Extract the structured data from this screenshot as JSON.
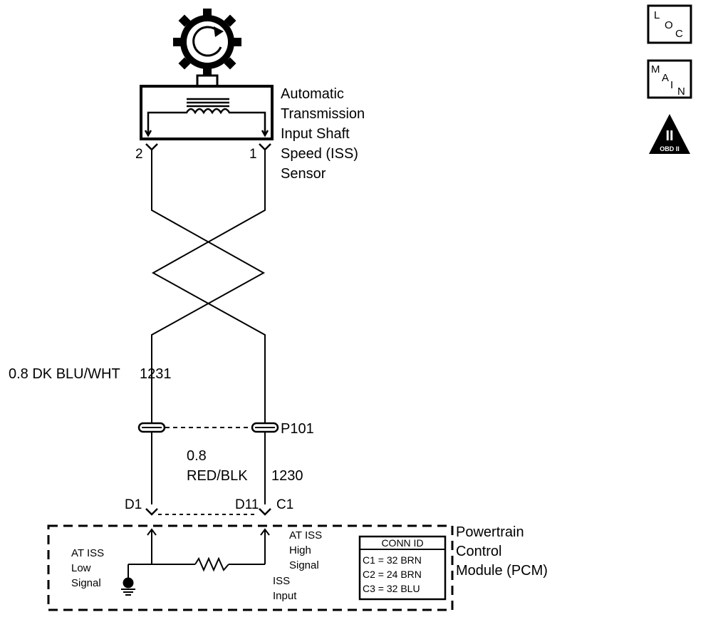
{
  "sensor": {
    "name_lines": [
      "Automatic",
      "Transmission",
      "Input Shaft",
      "Speed (ISS)",
      "Sensor"
    ],
    "pin_left": "2",
    "pin_right": "1"
  },
  "wires": {
    "left_label": "0.8 DK BLU/WHT",
    "left_circuit": "1231",
    "right_label_line1": "0.8",
    "right_label_line2": "RED/BLK",
    "right_circuit": "1230"
  },
  "splice": {
    "label": "P101"
  },
  "pcm": {
    "pin_left": "D1",
    "pin_mid": "D11",
    "pin_conn": "C1",
    "name_lines": [
      "Powertrain",
      "Control",
      "Module (PCM)"
    ],
    "low_signal_lines": [
      "AT ISS",
      "Low",
      "Signal"
    ],
    "high_signal_lines": [
      "AT ISS",
      "High",
      "Signal"
    ],
    "iss_input_lines": [
      "ISS",
      "Input"
    ],
    "conn_id": {
      "title": "CONN ID",
      "rows": [
        "C1 = 32 BRN",
        "C2 = 24 BRN",
        "C3 = 32 BLU"
      ]
    }
  },
  "badges": {
    "loc": [
      "L",
      "O",
      "C"
    ],
    "main": [
      "M",
      "A",
      "I",
      "N"
    ],
    "obd_numeral": "II",
    "obd_text": "OBD II"
  }
}
